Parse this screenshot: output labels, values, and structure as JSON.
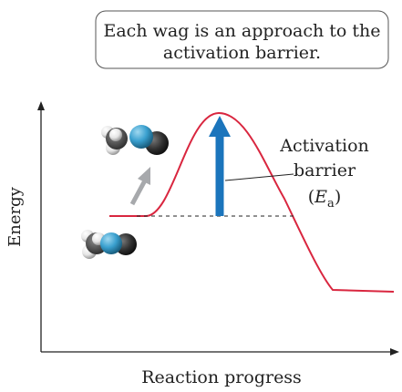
{
  "callout": {
    "line1": "Each wag is an approach to the",
    "line2": "activation barrier."
  },
  "axes": {
    "ylabel": "Energy",
    "xlabel": "Reaction progress"
  },
  "barrier_label": {
    "line1": "Activation",
    "line2": "barrier",
    "symbol_open": "(",
    "symbol_main": "E",
    "symbol_sub": "a",
    "symbol_close": ")"
  },
  "colors": {
    "curve": "#d9263f",
    "barrier_arrow": "#1b75bc",
    "wag_arrow": "#a7a9ac",
    "axis": "#222222",
    "molecule_carbon": "#2f2f2f",
    "molecule_nitrogen": "#3aa0cf",
    "molecule_hydrogen": "#e6e6e6"
  },
  "molecules": [
    {
      "name": "methyl-isonitrile-bent",
      "state": "wagging"
    },
    {
      "name": "methyl-isonitrile-reactant",
      "state": "ground"
    }
  ]
}
